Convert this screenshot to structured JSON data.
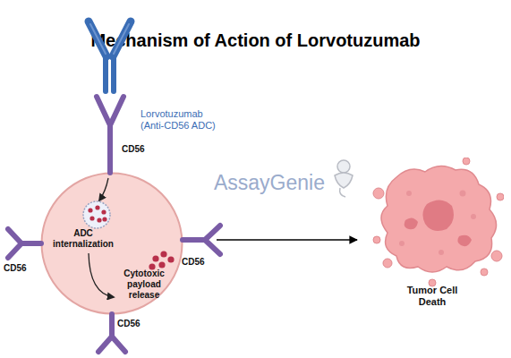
{
  "diagram": {
    "title": "Mechanism of Action of Lorvotuzumab",
    "nodes": [
      {
        "text": [
          "ADC internalization",
          "Cytotoxic payload release"
        ]
      },
      {
        "text": [
          "Tumor Cell Death"
        ]
      }
    ],
    "edges": [
      {
        "from": 0,
        "to": 1,
        "arrow": "to"
      }
    ],
    "labels": [
      "Lorvotuzumab (Anti-CD56 ADC)",
      "CD56",
      "CD56",
      "CD56",
      "CD56",
      "AssayGenie"
    ]
  }
}
